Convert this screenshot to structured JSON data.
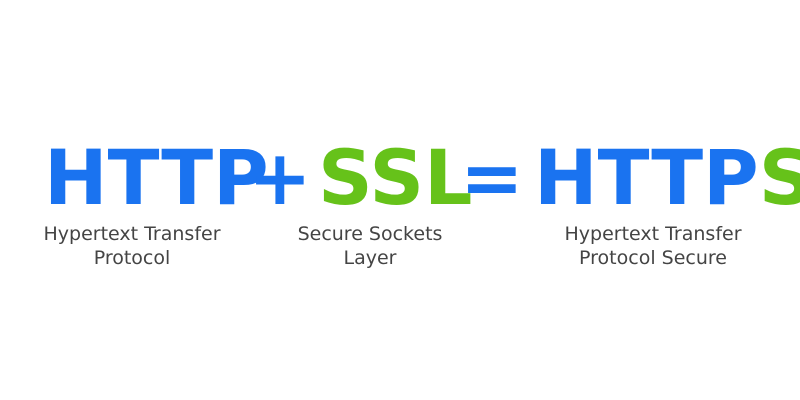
{
  "colors": {
    "blue": "#1a73f0",
    "green": "#66c21a",
    "caption": "#444444"
  },
  "equation": {
    "http": {
      "text": "HTTP"
    },
    "plus": "+",
    "ssl": {
      "text": "SSL"
    },
    "equals": "=",
    "https": {
      "part1": "HTTP",
      "part2": "S"
    }
  },
  "captions": {
    "http": {
      "line1": "Hypertext Transfer",
      "line2": "Protocol"
    },
    "ssl": {
      "line1": "Secure Sockets",
      "line2": "Layer"
    },
    "https": {
      "line1": "Hypertext Transfer",
      "line2": "Protocol Secure"
    }
  }
}
